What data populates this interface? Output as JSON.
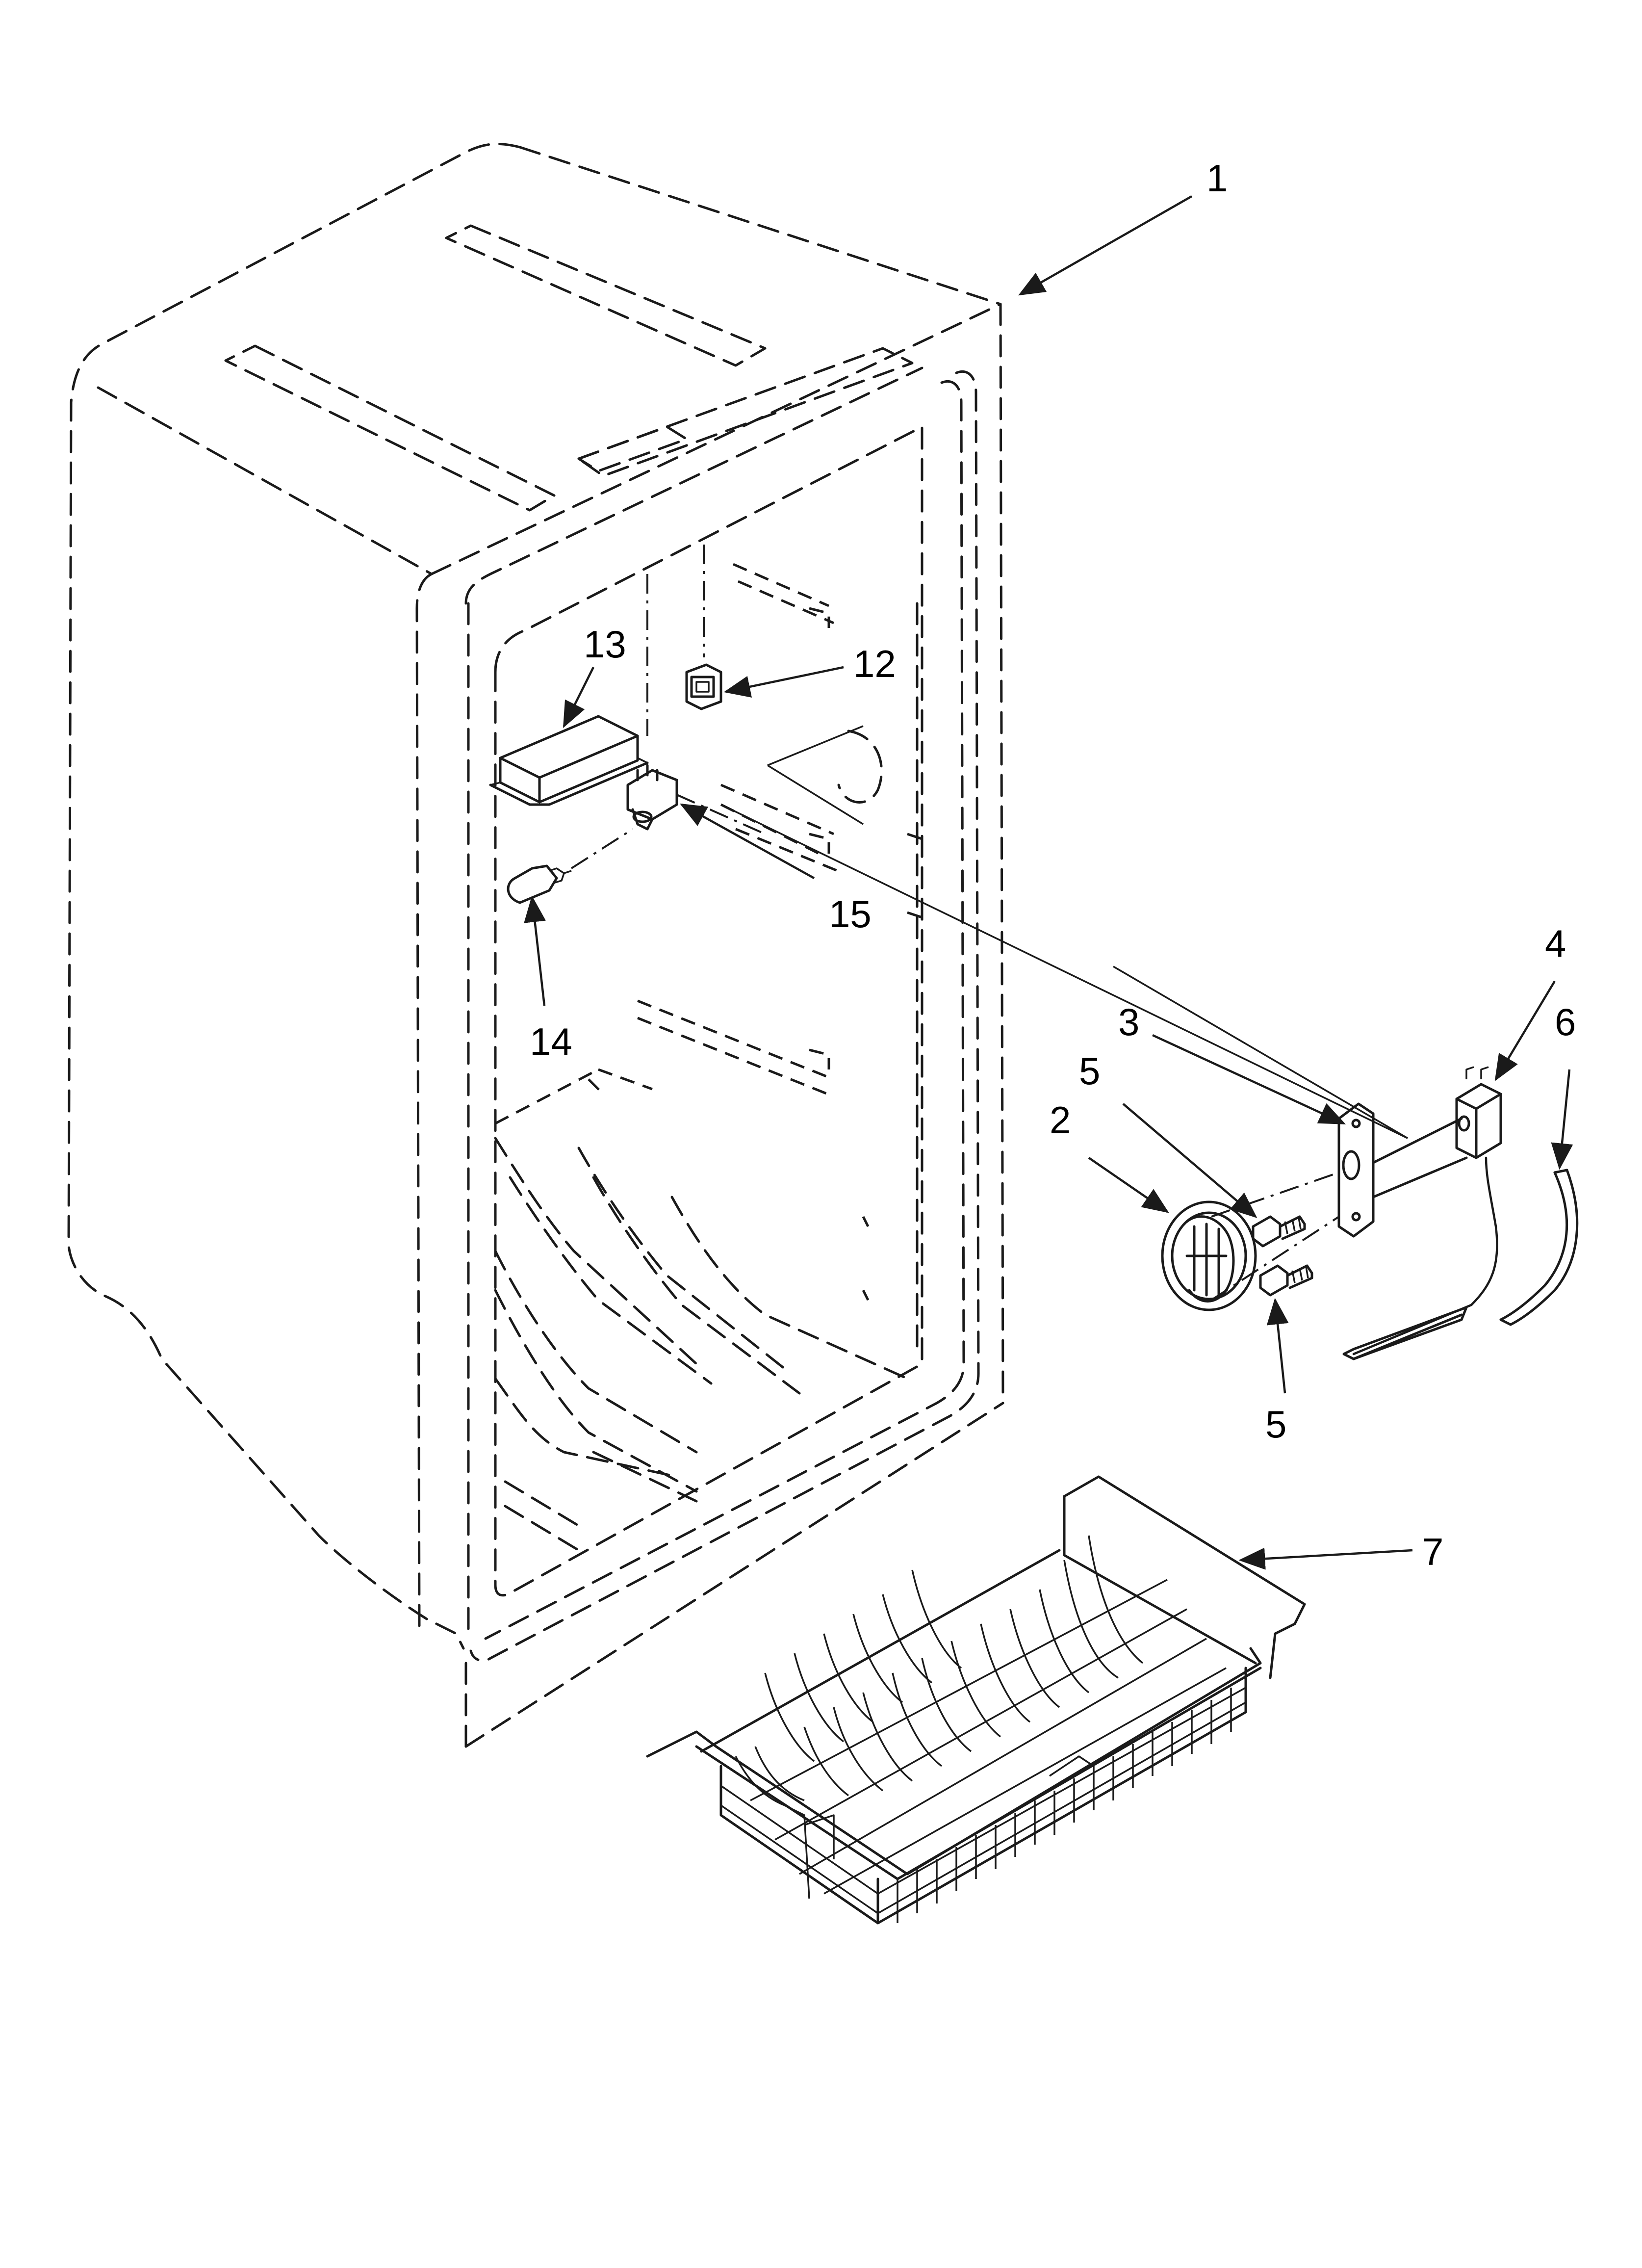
{
  "callouts": [
    {
      "id": "c1",
      "text": "1"
    },
    {
      "id": "c2",
      "text": "2"
    },
    {
      "id": "c3",
      "text": "3"
    },
    {
      "id": "c4",
      "text": "4"
    },
    {
      "id": "c5a",
      "text": "5"
    },
    {
      "id": "c5b",
      "text": "5"
    },
    {
      "id": "c6",
      "text": "6"
    },
    {
      "id": "c7",
      "text": "7"
    },
    {
      "id": "c12",
      "text": "12"
    },
    {
      "id": "c13",
      "text": "13"
    },
    {
      "id": "c14",
      "text": "14"
    },
    {
      "id": "c15",
      "text": "15"
    }
  ],
  "colors": {
    "line": "#1a1a1a",
    "background": "#ffffff"
  }
}
